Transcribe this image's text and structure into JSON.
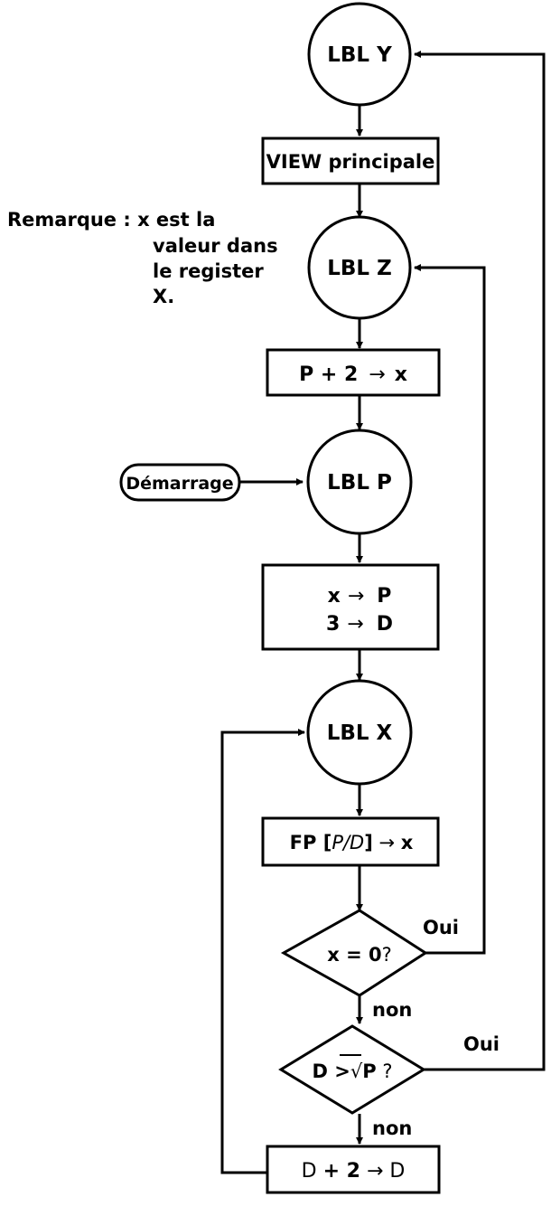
{
  "nodes": {
    "lbl_y": "LBL Y",
    "view_principale": "VIEW principale",
    "lbl_z": "LBL Z",
    "p_plus_2": {
      "left": "P + 2",
      "arrow": "→",
      "right": "x"
    },
    "demarrage": "Démarrage",
    "lbl_p": "LBL P",
    "assign_block": {
      "line1": {
        "left": "x",
        "arrow": "→",
        "right": "P"
      },
      "line2": {
        "left": "3",
        "arrow": "→",
        "right": "D"
      }
    },
    "lbl_x": "LBL X",
    "fp_step": {
      "fp": "FP ",
      "open": "[",
      "expr": "P/D",
      "close": "]",
      "arrow": " → ",
      "right": "x"
    },
    "decision_x0": {
      "left": "x = ",
      "zero": "0",
      "q": "?"
    },
    "decision_d": {
      "d": "D",
      "gt": " >",
      "sqrt": "√",
      "p": "P",
      "q": " ?"
    },
    "d_plus_2": {
      "d1": "D ",
      "plus2": "+ 2",
      "arrow": " → ",
      "d2": "D"
    }
  },
  "labels": {
    "oui_1": "Oui",
    "non_1": "non",
    "oui_2": "Oui",
    "non_2": "non"
  },
  "remark": {
    "line1": "Remarque : x est la",
    "line2": "valeur dans",
    "line3": "le register",
    "line4": "X."
  }
}
